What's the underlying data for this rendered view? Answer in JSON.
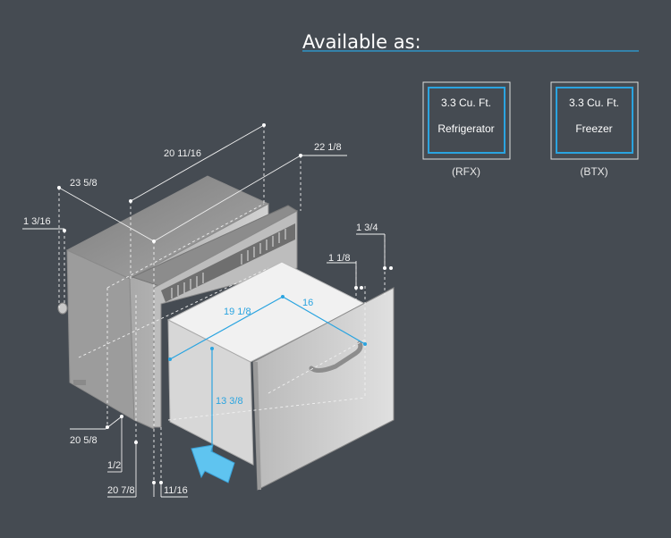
{
  "header": {
    "title": "Available as:"
  },
  "options": [
    {
      "line1": "3.3 Cu. Ft.",
      "line2": "Refrigerator",
      "caption": "(RFX)"
    },
    {
      "line1": "3.3 Cu. Ft.",
      "line2": "Freezer",
      "caption": "(BTX)"
    }
  ],
  "dimensions": {
    "width_top": "20 11/16",
    "width_front": "22 1/8",
    "depth_outer": "23 5/8",
    "offset_back": "1 3/16",
    "drawer_face": "1 3/4",
    "drawer_lip": "1 1/8",
    "interior_depth": "19 1/8",
    "interior_width": "16",
    "interior_height": "13 3/8",
    "height_body": "20 5/8",
    "gap_bottom": "1/2",
    "height_total": "20 7/8",
    "trim": "11/16"
  },
  "colors": {
    "background": "#454b52",
    "accent": "#2aa4e0",
    "dimension_text": "#f0f0f0"
  }
}
